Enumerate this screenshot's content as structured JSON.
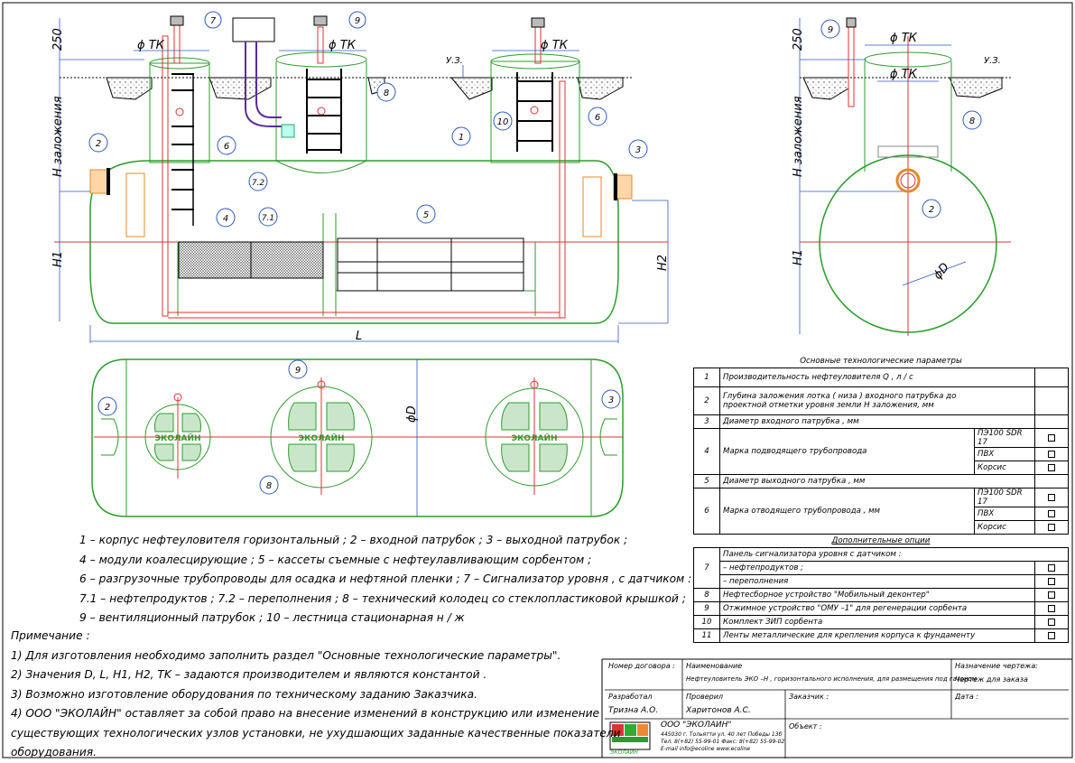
{
  "callouts": {
    "c1": "1",
    "c2": "2",
    "c3": "3",
    "c4": "4",
    "c5": "5",
    "c6": "6",
    "c7": "7",
    "c71": "7.1",
    "c72": "7.2",
    "c8": "8",
    "c9": "9",
    "c10": "10"
  },
  "dims": {
    "d250": "250",
    "dTK": "ϕ  ТК",
    "hzal": "H заложения",
    "h1": "H1",
    "h2": "H2",
    "len": "L",
    "dD": "ϕD",
    "uz": "У.З."
  },
  "brand": {
    "tag": "ЭКОЛАЙН"
  },
  "legend": [
    "1 – корпус нефтеуловителя горизонтальный ; 2 – входной патрубок ; 3 – выходной патрубок ;",
    "4 – модули коалесцирующие ; 5 – кассеты съемные с нефтеулавливающим сорбентом ;",
    "6 – разгрузочные трубопроводы для осадка и нефтяной пленки ; 7 – Сигнализатор уровня , с датчиком :",
    "7.1 – нефтепродуктов ; 7.2 – переполнения ; 8 – технический колодец со стеклопластиковой крышкой ;",
    "9 – вентиляционный патрубок ; 10 – лестница стационарная н / ж"
  ],
  "notes": {
    "title": "Примечание :",
    "items": [
      "1) Для изготовления необходимо заполнить раздел \"Основные технологические параметры\".",
      "2) Значения D, L, H1, H2, TK – задаются производителем и являются константой .",
      "3) Возможно изготовление оборудования по техническому заданию Заказчика.",
      "4) ООО \"ЭКОЛАЙН\" оставляет за собой право на внесение изменений в конструкцию или изменение",
      "существующих технологических узлов установки, не ухудшающих заданные качественные показатели",
      "оборудования."
    ]
  },
  "params": {
    "header": "Основные технологические параметры",
    "r1": {
      "n": "1",
      "t": "Производительность нефтеуловителя Q , л / с"
    },
    "r2": {
      "n": "2",
      "t1": "Глубина заложения лотка ( низа ) входного патрубка до",
      "t2": "проектной отметки уровня земли H заложения, мм"
    },
    "r3": {
      "n": "3",
      "t": "Диаметр входного патрубка , мм"
    },
    "r4": {
      "n": "4",
      "t": "Марка подводящего трубопровода",
      "o1": "ПЭ100 SDR 17",
      "o2": "ПВХ",
      "o3": "Корсис"
    },
    "r5": {
      "n": "5",
      "t": "Диаметр выходного патрубка , мм"
    },
    "r6": {
      "n": "6",
      "t": "Марка отводящего трубопровода , мм",
      "o1": "ПЭ100 SDR 17",
      "o2": "ПВХ",
      "o3": "Корсис"
    },
    "opt_header": "Дополнительные опции",
    "r7": {
      "n": "7",
      "t": "Панель сигнализатора уровня с датчиком :",
      "a": "– нефтепродуктов ;",
      "b": "– переполнения"
    },
    "r8": {
      "n": "8",
      "t": "Нефтесборное устройство \"Мобильный деконтер\""
    },
    "r9": {
      "n": "9",
      "t": "Отжимное устройство \"ОМУ –1\" для регенерации сорбента"
    },
    "r10": {
      "n": "10",
      "t": "Комплект ЗИП сорбента"
    },
    "r11": {
      "n": "11",
      "t": "Ленты металлические для крепления корпуса к фундаменту"
    }
  },
  "title_block": {
    "contract": "Номер договора :",
    "name_label": "Наименование",
    "name": "Нефтеуловитель ЭКО –Н , горизонтального исполнения, для размещения под газоном",
    "purpose_label": "Назначение чертежа:",
    "purpose": "Чертеж для заказа",
    "dev_label": "Разработал",
    "dev": "Тризна А.О.",
    "chk_label": "Проверил",
    "chk": "Харитонов А.С.",
    "customer": "Заказчик :",
    "date": "Дата :",
    "company": "ООО \"ЭКОЛАЙН\"",
    "addr": "445030 г. Тольятти ул. 40 лет Победы 13б",
    "phone": "Тел. 8(+82) 55-99-01  Факс: 8(+82) 55-99-02",
    "email": "E-mail info@ecoline   www.ecoline",
    "object": "Объект :",
    "logo": "ЭКОЛАЙН"
  }
}
